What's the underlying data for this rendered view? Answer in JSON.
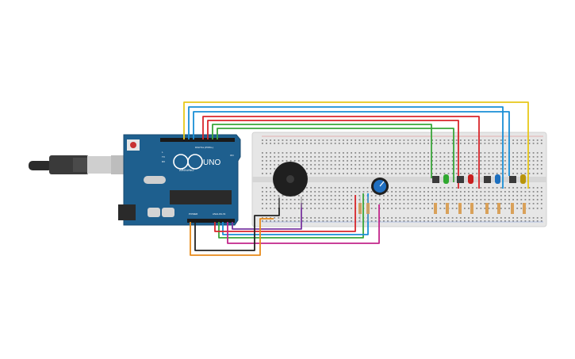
{
  "board": {
    "uno_label": "UNO",
    "brand_label": "ARDUINO",
    "digital_label": "DIGITAL (PWM~)",
    "power_label": "POWER",
    "analog_label": "ANALOG IN",
    "tx_label": "TX",
    "rx_label": "RX",
    "l_label": "L",
    "on_label": "ON"
  },
  "colors": {
    "wire_yellow": "#e8c81a",
    "wire_blue": "#1a8fd6",
    "wire_red": "#d9262b",
    "wire_green": "#3aa63a",
    "wire_magenta": "#c3258b",
    "wire_purple": "#7a35a0",
    "wire_orange": "#e88a1a",
    "wire_black": "#222222",
    "board_blue": "#1e5f8e",
    "breadboard": "#e6e6e6",
    "led_green": "#2fa82f",
    "led_red": "#c81e1e",
    "led_blue": "#1c6fbf",
    "led_yellow": "#b8940c"
  },
  "components": [
    "usb-cable",
    "arduino-uno",
    "breadboard",
    "piezo-buzzer",
    "potentiometer",
    "push-button",
    "led",
    "resistor"
  ],
  "leds": [
    "green",
    "red",
    "blue",
    "yellow"
  ]
}
